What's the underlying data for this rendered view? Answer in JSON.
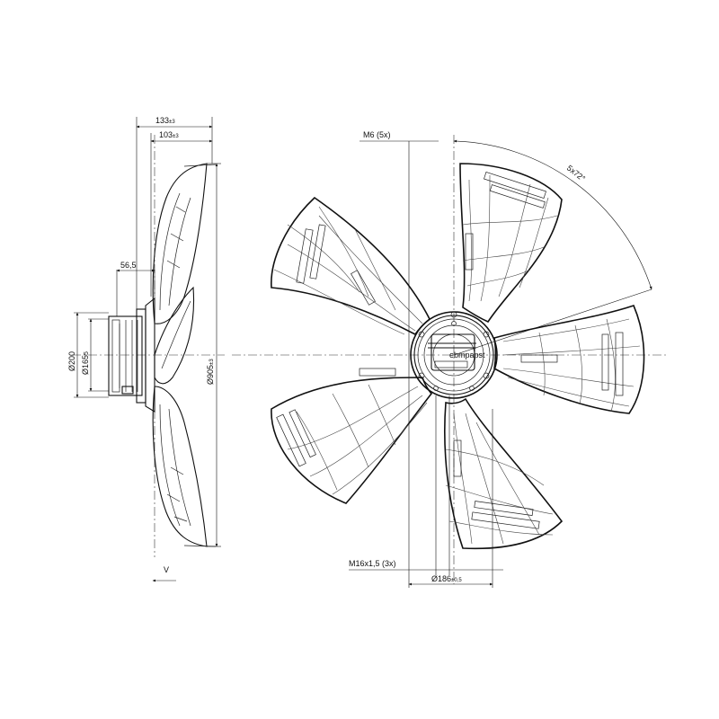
{
  "dimensions": {
    "depth_133": "133",
    "depth_133_tol": "±3",
    "depth_103": "103",
    "depth_103_tol": "±3",
    "offset_56_5": "56,5",
    "dia_200": "Ø200",
    "dia_165": "Ø165",
    "dia_165_sub": "5",
    "dia_905": "Ø905",
    "dia_905_tol": "±3",
    "m6": "M6 (5x)",
    "angle": "5x72°",
    "m16": "M16x1,5 (3x)",
    "dia_186": "Ø186",
    "dia_186_tol": "±0,5",
    "arrow_v": "V"
  },
  "hub_label": "ebmpapst"
}
